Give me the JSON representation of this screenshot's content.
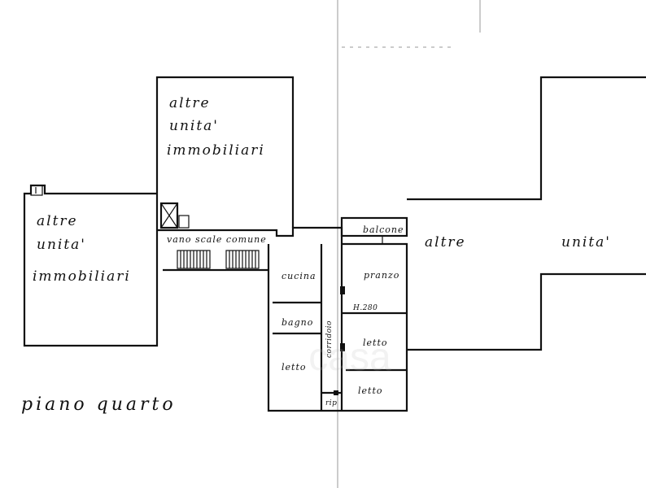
{
  "plan": {
    "title": "piano quarto",
    "watermark": "casa",
    "units": {
      "upper_center": [
        "altre",
        "unita'",
        "immobiliari"
      ],
      "left": [
        "altre",
        "unita'",
        "immobiliari"
      ],
      "right_word1": "altre",
      "right_word2": "unita'"
    },
    "common": {
      "stair_label": "vano scale comune"
    },
    "rooms": {
      "balcone": "balcone",
      "cucina": "cucina",
      "pranzo": "pranzo",
      "height_note": "H.280",
      "bagno": "bagno",
      "corridoio": "corridoio",
      "letto_right_upper": "letto",
      "letto_left": "letto",
      "letto_right_lower": "letto",
      "rip": "rip"
    }
  }
}
